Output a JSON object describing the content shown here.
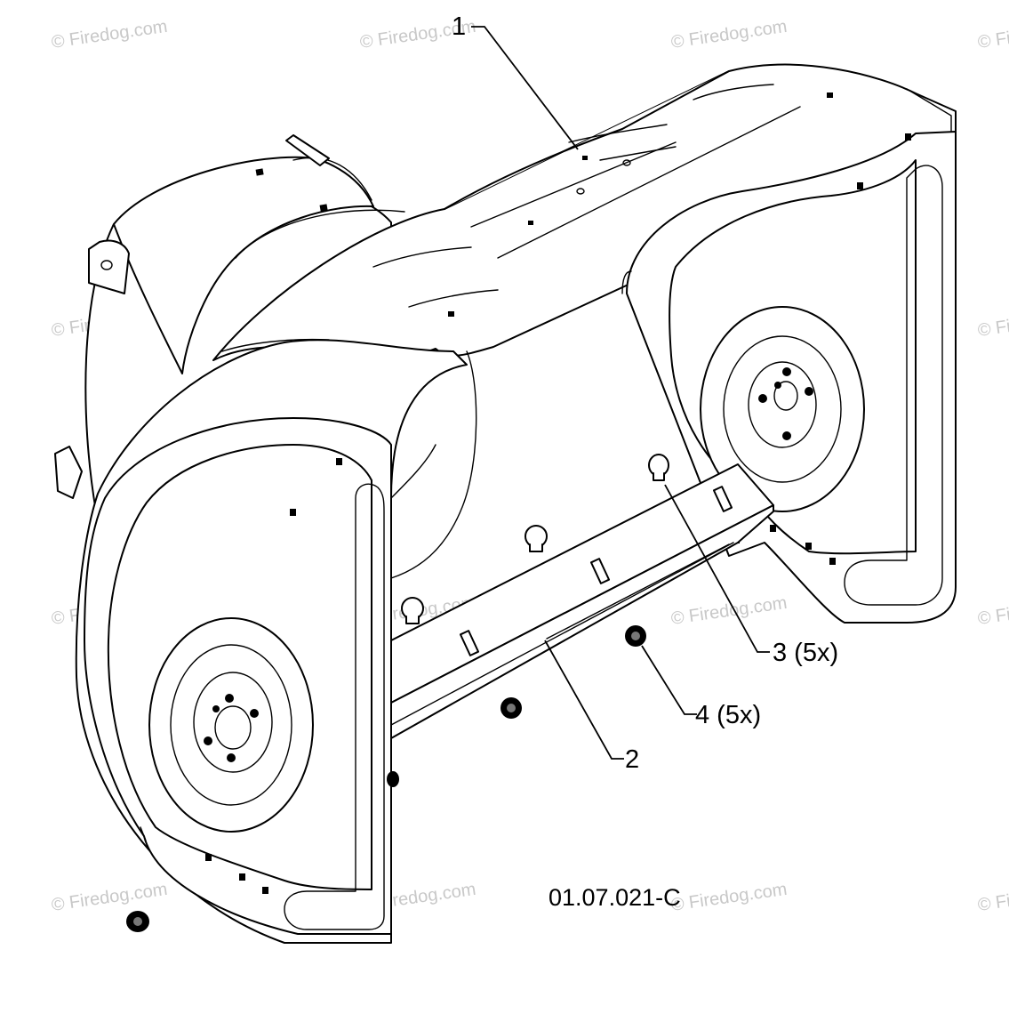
{
  "callouts": [
    {
      "id": "1",
      "label": "1"
    },
    {
      "id": "2",
      "label": "2"
    },
    {
      "id": "3",
      "label": "3 (5x)"
    },
    {
      "id": "4",
      "label": "4 (5x)"
    }
  ],
  "drawing_number": "01.07.021-C",
  "watermark": "© Firedog.com"
}
